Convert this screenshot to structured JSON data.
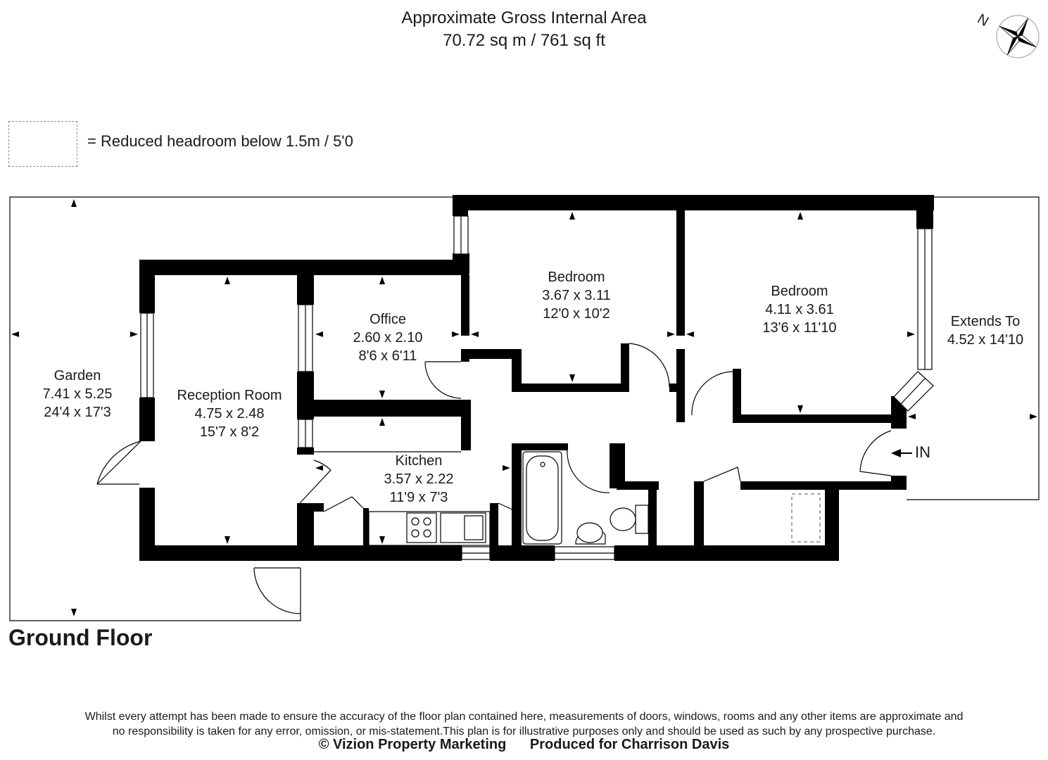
{
  "header": {
    "title": "Approximate Gross Internal Area",
    "area": "70.72 sq m / 761 sq ft"
  },
  "compass": {
    "icon": "north-compass-icon",
    "label": "N"
  },
  "legend": {
    "text": "= Reduced headroom below 1.5m / 5'0"
  },
  "floor": {
    "title": "Ground Floor"
  },
  "rooms": [
    {
      "name": "Garden",
      "metric": "7.41 x 5.25",
      "imperial": "24'4 x 17'3"
    },
    {
      "name": "Reception Room",
      "metric": "4.75 x 2.48",
      "imperial": "15'7 x 8'2"
    },
    {
      "name": "Office",
      "metric": "2.60 x 2.10",
      "imperial": "8'6 x 6'11"
    },
    {
      "name": "Bedroom",
      "metric": "3.67 x 3.11",
      "imperial": "12'0 x 10'2"
    },
    {
      "name": "Bedroom",
      "metric": "4.11 x 3.61",
      "imperial": "13'6 x 11'10"
    },
    {
      "name": "Kitchen",
      "metric": "3.57 x 2.22",
      "imperial": "11'9 x 7'3"
    },
    {
      "name": "Extends To",
      "metric": "4.52 x 14'10",
      "imperial": ""
    }
  ],
  "entrance": {
    "label": "IN"
  },
  "footer": {
    "line1": "Whilst every attempt has been made to ensure the accuracy of the floor plan contained here, measurements of doors, windows, rooms and any other items are approximate and",
    "line2": "no responsibility is taken for any error, omission, or mis-statement.This plan is for illustrative purposes only and should be used as such by any prospective purchase.",
    "copyright": "© Vizion Property Marketing",
    "produced": "Produced for Charrison Davis"
  }
}
